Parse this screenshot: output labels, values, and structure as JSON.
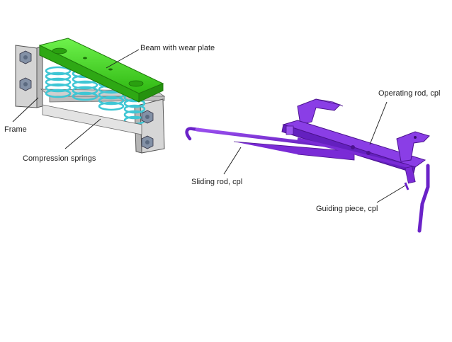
{
  "labels": {
    "beam": "Beam with wear plate",
    "frame": "Frame",
    "springs": "Compression springs",
    "sliding_rod": "Sliding rod, cpl",
    "operating_rod": "Operating rod, cpl",
    "guiding_piece": "Guiding piece, cpl"
  },
  "colors": {
    "beam": "#3cd81e",
    "springs": "#3fc6d4",
    "frame": "#d9d9d9",
    "bolts": "#6d7b8f",
    "mechanism": "#7a2bd6"
  }
}
